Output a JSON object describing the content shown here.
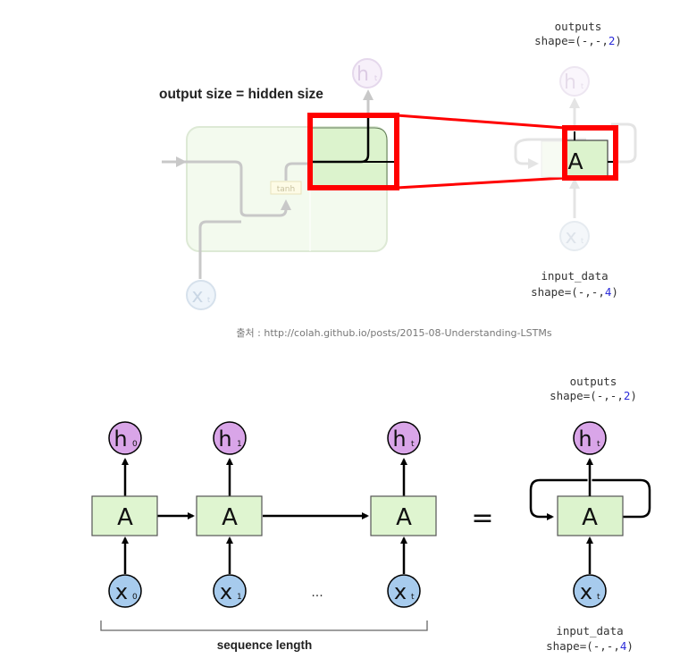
{
  "top_diagram": {
    "heading": "output size = hidden size",
    "tanh_label": "tanh",
    "output_node": {
      "main": "h",
      "sub": "t"
    },
    "input_node": {
      "main": "x",
      "sub": "t"
    },
    "right_cell_label": "A",
    "outputs_label": "outputs",
    "outputs_shape_prefix": "shape=(-,-,",
    "outputs_shape_value": "2",
    "outputs_shape_suffix": ")",
    "input_label": "input_data",
    "input_shape_prefix": "shape=(-,-,",
    "input_shape_value": "4",
    "input_shape_suffix": ")",
    "highlight_color": "#ff0000"
  },
  "caption": "출처 : http://colah.github.io/posts/2015-08-Understanding-LSTMs",
  "bottom_diagram": {
    "steps": [
      {
        "cell": "A",
        "h_main": "h",
        "h_sub": "0",
        "x_main": "x",
        "x_sub": "0"
      },
      {
        "cell": "A",
        "h_main": "h",
        "h_sub": "1",
        "x_main": "x",
        "x_sub": "1"
      },
      {
        "cell": "A",
        "h_main": "h",
        "h_sub": "t",
        "x_main": "x",
        "x_sub": "t"
      }
    ],
    "ellipsis": "...",
    "sequence_label": "sequence length",
    "equals": "=",
    "rolled": {
      "cell": "A",
      "h_main": "h",
      "h_sub": "t",
      "x_main": "x",
      "x_sub": "t"
    },
    "outputs_label": "outputs",
    "outputs_shape_prefix": "shape=(-,-,",
    "outputs_shape_value": "2",
    "outputs_shape_suffix": ")",
    "input_label": "input_data",
    "input_shape_prefix": "shape=(-,-,",
    "input_shape_value": "4",
    "input_shape_suffix": ")"
  },
  "colors": {
    "cell_fill": "#dff5d0",
    "h_fill": "#d9a5e8",
    "x_fill": "#a7cbed",
    "accent_number": "#2b2bd9"
  }
}
